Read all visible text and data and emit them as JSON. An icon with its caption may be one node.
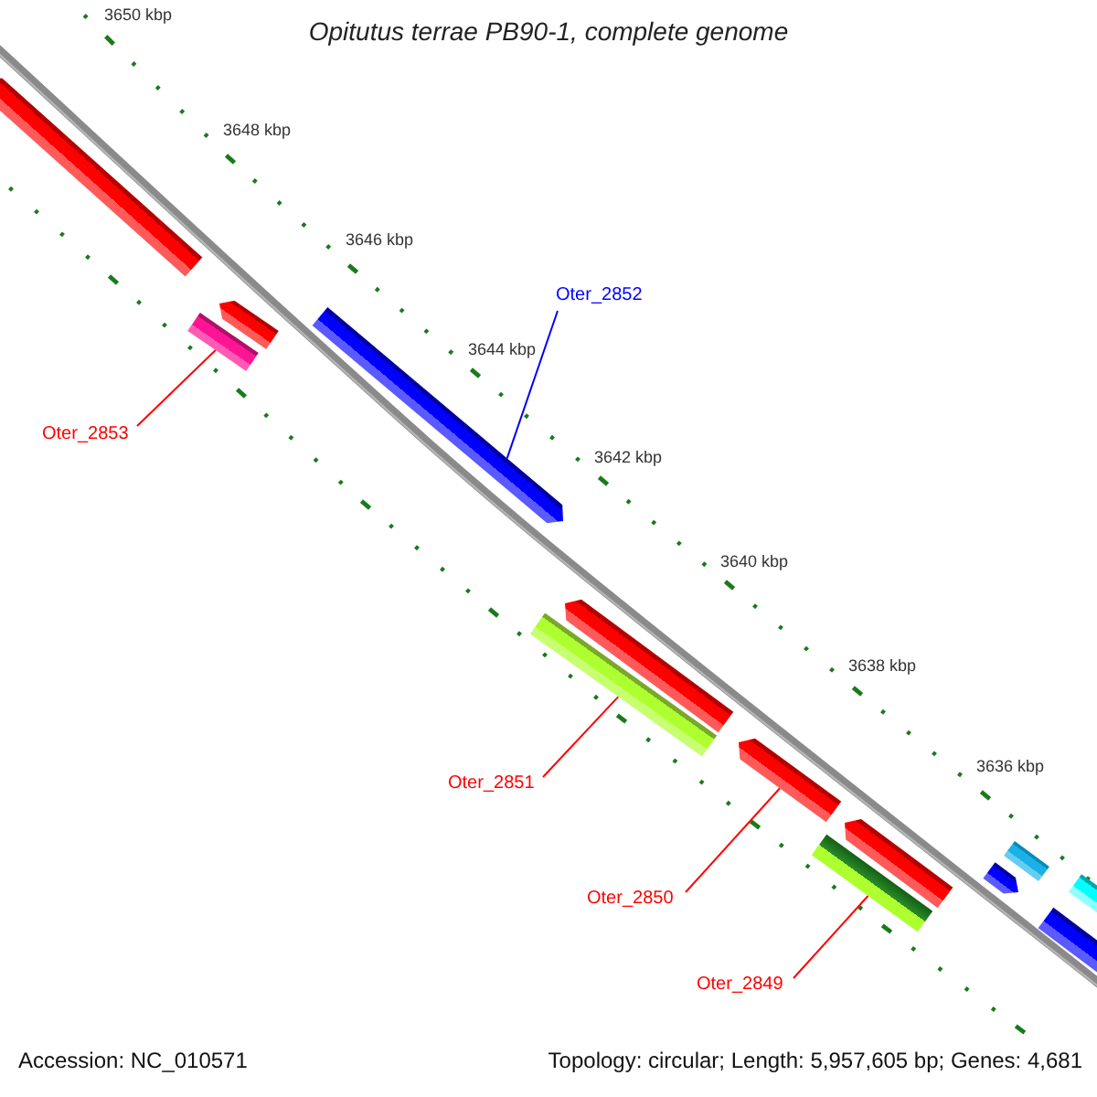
{
  "diagram": {
    "title": "Opitutus terrae PB90-1, complete genome",
    "nodes": [
      {
        "text": [],
        "shape": "bar"
      },
      {
        "text": [],
        "shape": "bar"
      },
      {
        "text": [],
        "shape": "bar"
      },
      {
        "text": [],
        "shape": "bar"
      },
      {
        "text": [],
        "shape": "bar"
      },
      {
        "text": [],
        "shape": "bar"
      },
      {
        "text": [],
        "shape": "bar"
      },
      {
        "text": [],
        "shape": "bar"
      },
      {
        "text": [],
        "shape": "bar"
      },
      {
        "text": [],
        "shape": "bar"
      },
      {
        "text": [],
        "shape": "bar"
      },
      {
        "text": [],
        "shape": "bar"
      },
      {
        "text": [],
        "shape": "bar"
      },
      {
        "text": [
          "Oter_2852"
        ]
      },
      {
        "text": [
          "Oter_2853"
        ]
      },
      {
        "text": [
          "Oter_2851"
        ]
      },
      {
        "text": [
          "Oter_2850"
        ]
      },
      {
        "text": [
          "Oter_2849"
        ]
      }
    ],
    "edges": [
      {
        "from": 13,
        "to": 3,
        "arrow": "none",
        "color": "#0000ff"
      },
      {
        "from": 14,
        "to": 2,
        "arrow": "none"
      },
      {
        "from": 15,
        "to": 5,
        "arrow": "none"
      },
      {
        "from": 16,
        "to": 6,
        "arrow": "none"
      },
      {
        "from": 17,
        "to": 8,
        "arrow": "none"
      }
    ],
    "labels": [
      "3650 kbp",
      "3648 kbp",
      "3646 kbp",
      "3644 kbp",
      "3642 kbp",
      "3640 kbp",
      "3638 kbp",
      "3636 kbp",
      "Accession: NC_010571",
      "Topology: circular; Length: 5,957,605 bp; Genes: 4,681"
    ]
  }
}
